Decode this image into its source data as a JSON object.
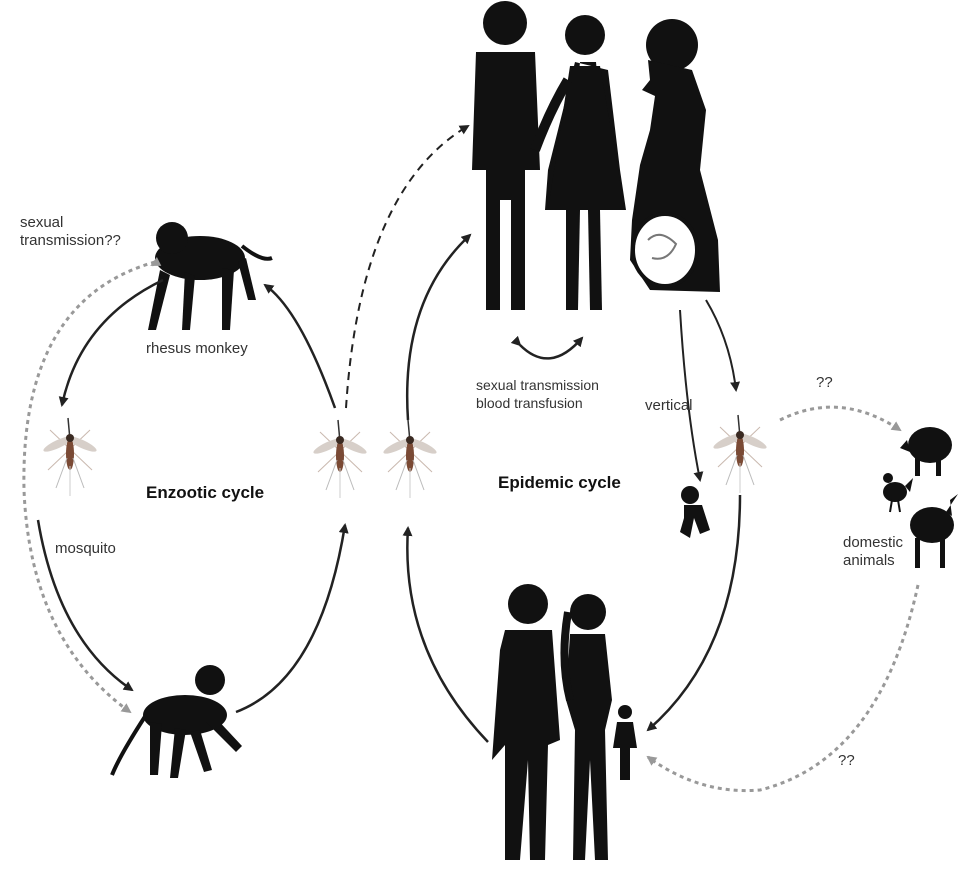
{
  "labels": {
    "sexual_transmission_q": [
      "sexual",
      "transmission??"
    ],
    "rhesus_monkey": "rhesus monkey",
    "mosquito": "mosquito",
    "enzootic_cycle": "Enzootic cycle",
    "epidemic_cycle": "Epidemic cycle",
    "sexual_transmission": "sexual transmission",
    "blood_transfusion": "blood transfusion",
    "vertical": "vertical",
    "unknown_top": "??",
    "domestic_animals": [
      "domestic",
      "animals"
    ],
    "unknown_bottom": "??"
  },
  "colors": {
    "silhouette": "#111111",
    "arrow_solid": "#222222",
    "arrow_dashed": "#999999",
    "mosquito_body": "#7a4a35"
  }
}
